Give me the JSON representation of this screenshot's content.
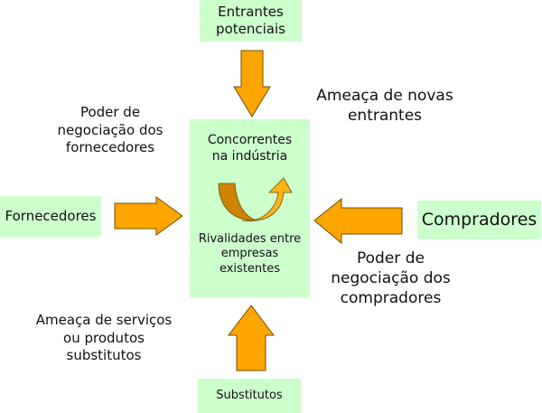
{
  "colors": {
    "box_fill": "#ccffcc",
    "arrow_fill": "#ffa500",
    "arrow_stroke": "#6b5000",
    "rivalry_arrow_dark": "#cc8400",
    "rivalry_arrow_light": "#ffb21a"
  },
  "boxes": {
    "entrants": "Entrantes\npotenciais",
    "industry_title": "Concorrentes\nna indústria",
    "industry_rivalry": "Rivalidades entre\nempresas\nexistentes",
    "suppliers": "Fornecedores",
    "buyers": "Compradores",
    "substitutes": "Substitutos"
  },
  "labels": {
    "new_entrants_threat": "Ameaça de novas\nentrantes",
    "supplier_power": "Poder de\nnegociação dos\nfornecedores",
    "buyer_power": "Poder de\nnegociação dos\ncompradores",
    "substitutes_threat": "Ameaça de serviços\nou produtos\nsubstitutos"
  },
  "icons": {
    "top_arrow": "arrow-down-icon",
    "bottom_arrow": "arrow-up-icon",
    "left_arrow": "arrow-right-icon",
    "right_arrow": "arrow-left-icon",
    "rivalry": "curved-arrow-icon"
  }
}
